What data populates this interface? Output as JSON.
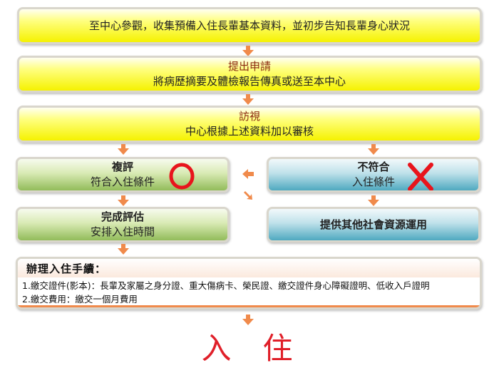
{
  "steps": {
    "visit": {
      "text": "至中心參觀，收集預備入住長輩基本資料，並初步告知長輩身心狀況"
    },
    "apply": {
      "title": "提出申請",
      "text": "將病歷摘要及體檢報告傳真或送至本中心"
    },
    "home_visit": {
      "title": "訪視",
      "text": "中心根據上述資料加以審核"
    },
    "reassess": {
      "title": "複評",
      "text": "符合入住條件",
      "mark": "circle-icon"
    },
    "not_qualified": {
      "title": "不符合",
      "text": "入住條件",
      "mark": "cross-icon"
    },
    "complete": {
      "title": "完成評估",
      "text": "安排入住時間"
    },
    "other_resources": {
      "text": "提供其他社會資源運用"
    }
  },
  "procedures": {
    "title": "辦理入住手續：",
    "items": [
      "1.繳交證件(影本)：長輩及家屬之身分證、重大傷病卡、榮民證、繳交證件身心障礙證明、低收入戶證明",
      "2.繳交費用：繳交一個月費用"
    ]
  },
  "final": {
    "char1": "入",
    "char2": "住"
  },
  "colors": {
    "arrow": "#f08a4b",
    "title": "#8b2a10",
    "final": "#e0202a",
    "circle": "#e8141c"
  }
}
